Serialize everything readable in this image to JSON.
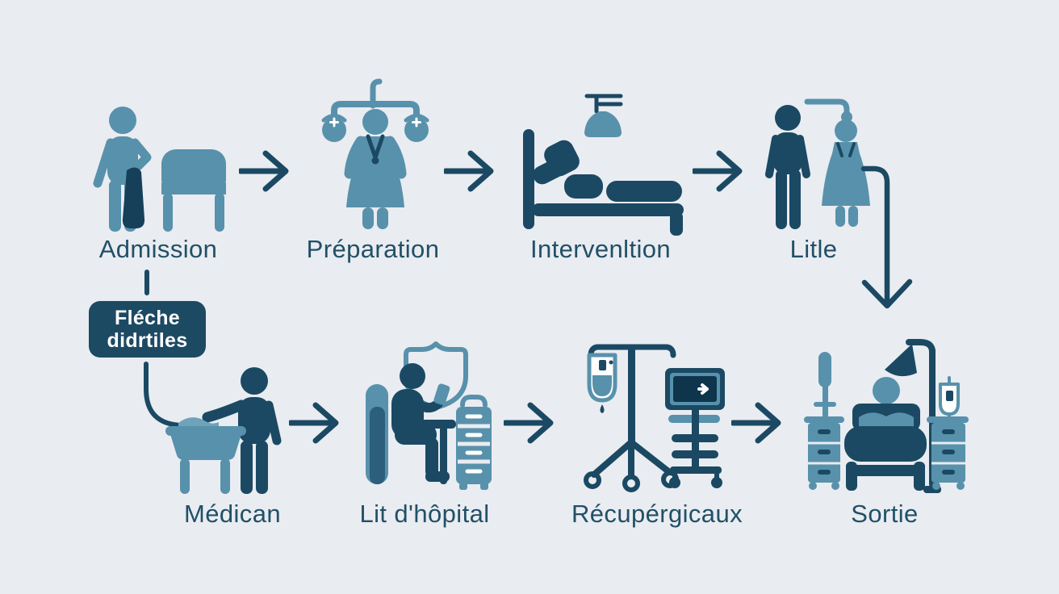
{
  "colors": {
    "background": "#e9ecf1",
    "navy": "#1b4963",
    "navy_dark": "#16405a",
    "teal": "#5891ab",
    "teal_light": "#6fa3ba",
    "teal_dark": "#47829e",
    "slate": "#2b5f7b",
    "label_text": "#215066",
    "callout_bg": "#1d4a63",
    "callout_text": "#ffffff",
    "screen": "#0f354c"
  },
  "flow_top": {
    "steps": [
      {
        "label": "Admission",
        "icon": "patient-with-bag-and-desk-icon"
      },
      {
        "label": "Préparation",
        "icon": "nurse-with-iv-bulbs-icon"
      },
      {
        "label": "Intervenltion",
        "icon": "operating-bed-with-lamp-icon"
      },
      {
        "label": "Litle",
        "icon": "doctor-and-nurse-pair-icon"
      }
    ]
  },
  "flow_bottom": {
    "steps": [
      {
        "label": "Médican",
        "icon": "attendant-at-wash-basin-icon"
      },
      {
        "label": "Lit d'hôpital",
        "icon": "seated-clerk-shield-cart-icon"
      },
      {
        "label": "Récupérgicaux",
        "icon": "iv-drip-stand-and-monitor-icon"
      },
      {
        "label": "Sortie",
        "icon": "patient-bed-with-nightstands-icon"
      }
    ]
  },
  "callout": {
    "line1": "Fléche",
    "line2": "didrtiles"
  }
}
